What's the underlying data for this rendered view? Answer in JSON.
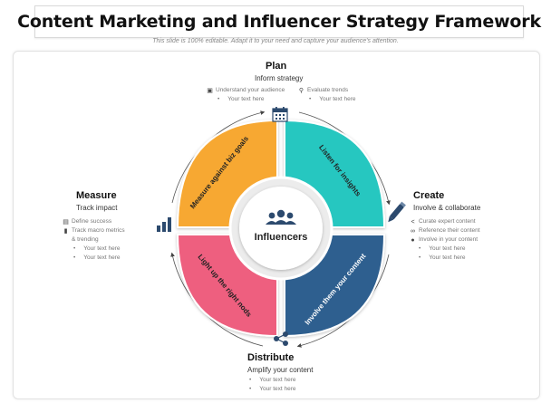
{
  "header": {
    "title": "Content Marketing and Influencer Strategy Framework",
    "subtitle": "This slide is 100% editable. Adapt it to your need and capture your audience's attention."
  },
  "hub": {
    "label": "Influencers",
    "icon": "people-group-icon"
  },
  "quadrants": [
    {
      "label": "Measure against biz goals",
      "color": "#f7a833"
    },
    {
      "label": "Listen for insights",
      "color": "#27c7c0"
    },
    {
      "label": "Involve them your content",
      "color": "#2f5f8f"
    },
    {
      "label": "Light up the right nods",
      "color": "#ee5f7f"
    }
  ],
  "stages": {
    "plan": {
      "title": "Plan",
      "subtitle": "Inform strategy",
      "icon": "calendar-icon",
      "details": {
        "item1": "Understand your audience",
        "item2": "Evaluate trends",
        "item3": "Your text here",
        "item4": "Your text here"
      }
    },
    "create": {
      "title": "Create",
      "subtitle": "Involve & collaborate",
      "icon": "pen-icon",
      "details": {
        "item1": "Curate expert content",
        "item2": "Reference their content",
        "item3": "Involve in your content",
        "item4": "Your text here",
        "item5": "Your text here"
      }
    },
    "distribute": {
      "title": "Distribute",
      "subtitle": "Amplify your content",
      "icon": "share-icon",
      "details": {
        "item1": "Your text here",
        "item2": "Your text here"
      }
    },
    "measure": {
      "title": "Measure",
      "subtitle": "Track impact",
      "icon": "bar-chart-icon",
      "details": {
        "item1": "Define success",
        "item2": "Track macro metrics",
        "item3": "& trending",
        "item4": "Your text here",
        "item5": "Your text here"
      }
    }
  }
}
